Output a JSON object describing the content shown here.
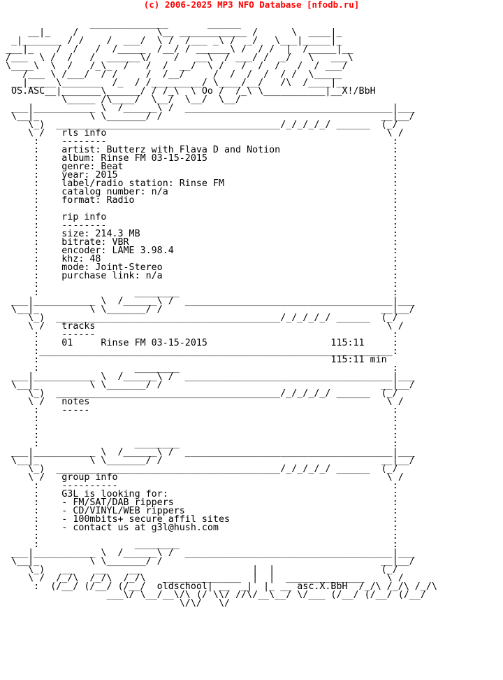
{
  "header": {
    "copyright": "(c) 2006-2025 MP3 NFO Database [nfodb.ru]",
    "link_color": "#ff0000"
  },
  "nfo_lines": [
    "",
    "                ______________       ______",
    "     __|_    /              \\__ ____________ /      \\  ____|_",
    "  _|_______ / /    /  ___/  \\ /  /___ _\\ /  _/   \\___|_____|_",
    " ___|_    /  /   /  /_____  /__/ / ______\\ /  / /  |  /_____|__",
    " /___  \\ /  /   /  ______\\/    /   __\\  / ___/ /  _/   \\   ___\\",
    " \\____\\  \\  /   /_\\_  /   /  /  __/  \\ /   /  /  /   /  / ___/",
    "    /___ \\ /___/  / /     /  /__/     /  /  /  /  / /  \\_____",
    "  __|_____\\_______  /_  / /_________/ \\____/__/   /\\  /____|__",
    "  OS.ASC__|_______\\______/ / /_\\  \\ Oo /  /_\\ \\___________|__X!/BbH",
    "           \\_____ /\\____/  \\__/  \\__/  \\__/",
    "  ___|___________ \\  /______\\ /  _____________________________________|___",
    "  \\__|_         \\ \\_______/ /                                       __|__/",
    "     \\_)  ________________________________________/_/_/_/_/ ______  (_/",
    "     \\ /   rls info                                                  \\ /",
    "      :    --------                                                   :",
    "      :    artist: Butterz with Flava D and Notion                    :",
    "      :    album: Rinse FM 03-15-2015                                 :",
    "      :    genre: Beat                                                :",
    "      :    year: 2015                                                 :",
    "      :    label/radio station: Rinse FM                              :",
    "      :    catalog number: n/a                                        :",
    "      :    format: Radio                                              :",
    "      :                                                               :",
    "      :    rip info                                                   :",
    "      :    --------                                                   :",
    "      :    size: 214.3 MB                                             :",
    "      :    bitrate: VBR                                               :",
    "      :    encoder: LAME 3.98.4                                       :",
    "      :    khz: 48                                                    :",
    "      :    mode: Joint-Stereo                                         :",
    "      :    purchase link: n/a                                         :",
    "      :                                                               :",
    "      :                 ________                                      :",
    "  ___|___________ \\  /______\\ /  _____________________________________|___",
    "  \\__|_         \\ \\_______/ /                                       __|__/",
    "     \\_)  ________________________________________/_/_/_/_/ ______  (_/",
    "     \\ /   tracks                                                    \\ /",
    "      :    ------                                                     :",
    "      :    01     Rinse FM 03-15-2015                      115:11     :",
    "      :_______________________________________________________________:",
    "      :                                                    115:11 min",
    "      :                 ________                                      :",
    "  ___|___________ \\  /______\\ /  _____________________________________|___",
    "  \\__|_         \\ \\_______/ /                                       __|__/",
    "     \\_)  ________________________________________/_/_/_/_/ ______  (_/",
    "     \\ /   notes                                                     \\ /",
    "      :    -----                                                      :",
    "      :                                                               :",
    "      :                                                               :",
    "      :                                                               :",
    "      :                 ________                                      :",
    "  ___|___________ \\  /______\\ /  _____________________________________|___",
    "  \\__|_         \\ \\_______/ /                                       __|__/",
    "     \\_)  ________________________________________/_/_/_/_/ ______  (_/",
    "     \\ /   group info                                                \\ /",
    "      :    ----------                                                 :",
    "      :    G3L is looking for:                                        :",
    "      :    - FM/SAT/DAB rippers                                       :",
    "      :    - CD/VINYL/WEB rippers                                     :",
    "      :    - 100mbits+ secure affil sites                             :",
    "      :    - contact us at g3l@hush.com                               :",
    "      :                                                               :",
    "      :                 ________                                      :",
    "  ___|___________ \\  /______\\ /  _____________________________________|___",
    "  \\__|_         \\ \\_______/ /                                       __|__/",
    "     \\_)   __    __    __                    |  |                   (_/",
    "     \\ /  /_/\\  /_/\\  /_/\\   ______________  |  |  ______________    \\ /",
    "      :  (/__/ (/__/ (/__/  oldschool| __  _|  |_ __ asc.X.BbH  /_/\\ /_/\\ /_/\\",
    "                   ___\\/ \\__/__\\/\\ (/ \\\\/ //\\/__\\__/ \\/___ (/__/ (/__/ (/__/",
    "                                \\/\\/   \\/"
  ]
}
